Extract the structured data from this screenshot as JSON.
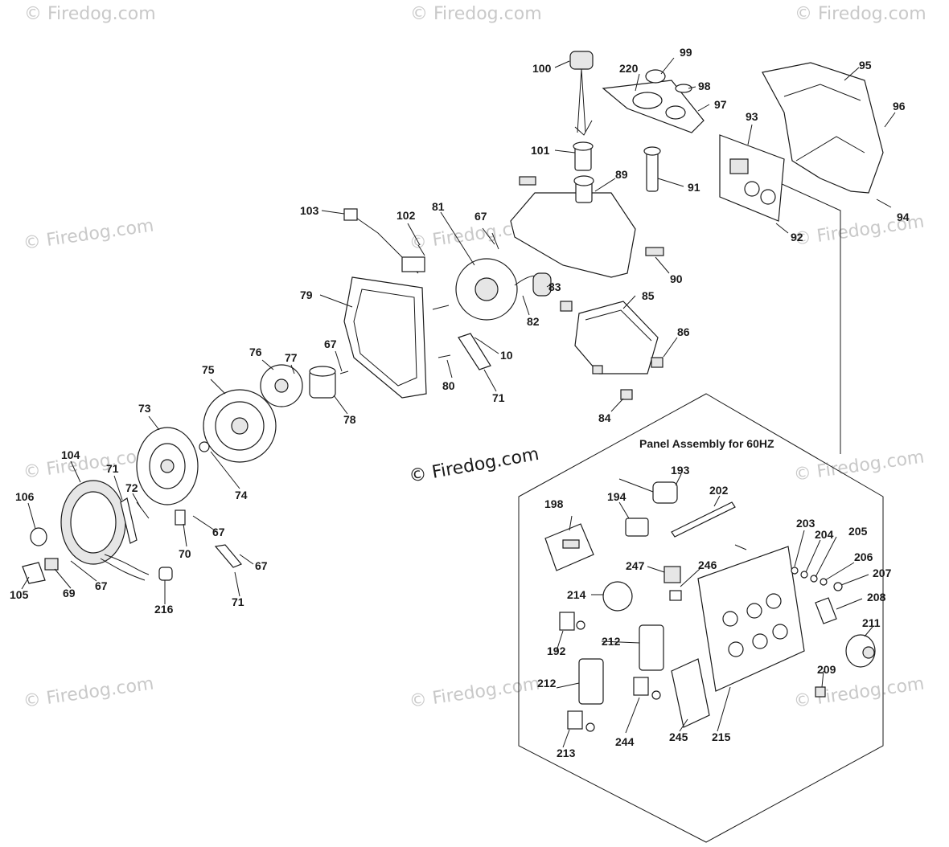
{
  "copyright": "© Firedog.com",
  "watermark": "© Firedog.com",
  "panel_title": "Panel Assembly for 60HZ",
  "labels": {
    "l100": "100",
    "l99": "99",
    "l220": "220",
    "l98": "98",
    "l97": "97",
    "l95": "95",
    "l96": "96",
    "l93": "93",
    "l101": "101",
    "l89": "89",
    "l91": "91",
    "l94": "94",
    "l92": "92",
    "l90": "90",
    "l103": "103",
    "l102": "102",
    "l81": "81",
    "l67a": "67",
    "l83": "83",
    "l82": "82",
    "l79": "79",
    "l85": "85",
    "l86": "86",
    "l10": "10",
    "l80": "80",
    "l71a": "71",
    "l84": "84",
    "l76": "76",
    "l77": "77",
    "l67b": "67",
    "l75": "75",
    "l78": "78",
    "l73": "73",
    "l74": "74",
    "l104": "104",
    "l71b": "71",
    "l72": "72",
    "l106": "106",
    "l67c": "67",
    "l70": "70",
    "l67d": "67",
    "l105": "105",
    "l69": "69",
    "l67e": "67",
    "l216": "216",
    "l71c": "71",
    "l193": "193",
    "l198": "198",
    "l194": "194",
    "l202": "202",
    "l203": "203",
    "l204": "204",
    "l205": "205",
    "l206": "206",
    "l207": "207",
    "l247": "247",
    "l246": "246",
    "l214": "214",
    "l208": "208",
    "l192": "192",
    "l212a": "212",
    "l211": "211",
    "l212b": "212",
    "l209": "209",
    "l244": "244",
    "l245": "245",
    "l215": "215",
    "l213": "213"
  }
}
